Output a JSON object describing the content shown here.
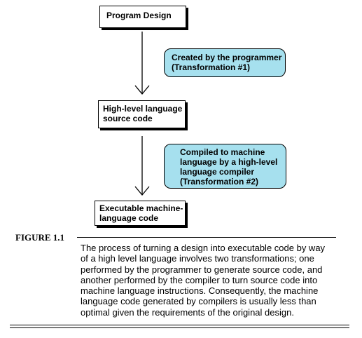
{
  "diagram": {
    "boxes": [
      {
        "id": "program-design",
        "lines": [
          "Program Design"
        ]
      },
      {
        "id": "source-code",
        "lines": [
          "High-level language",
          "source code"
        ]
      },
      {
        "id": "executable-code",
        "lines": [
          "Executable machine-",
          "language code"
        ]
      }
    ],
    "notes": [
      {
        "id": "transformation-1",
        "lines": [
          "Created by the programmer",
          "(Transformation #1)"
        ]
      },
      {
        "id": "transformation-2",
        "lines": [
          "Compiled to machine",
          "language by a high-level",
          "language compiler",
          "(Transformation #2)"
        ]
      }
    ],
    "colors": {
      "note_fill": "#a6e0ee",
      "box_fill": "#ffffff",
      "stroke": "#000000"
    }
  },
  "figure": {
    "label": "FIGURE 1.1",
    "caption_lines": [
      "The process of turning a design into executable code by way",
      "of a high level language involves two transformations; one",
      "performed by the programmer to generate source code, and",
      "another performed by the compiler to turn  source code into",
      "machine language instructions. Consequently, the machine",
      "language code generated by compilers is usually less than",
      "optimal given the requirements of the original design."
    ]
  }
}
